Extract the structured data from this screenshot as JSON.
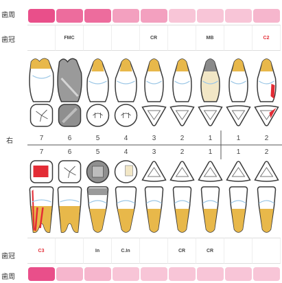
{
  "labels": {
    "perio": "歯周",
    "crown": "歯冠",
    "right_side": "右"
  },
  "upper": {
    "perio_levels": [
      1.0,
      0.8,
      0.8,
      0.45,
      0.45,
      0.2,
      0.2,
      0.2,
      0.3
    ],
    "crown_labels": [
      "",
      "FMC",
      "",
      "",
      "CR",
      "",
      "MB",
      "",
      "C2"
    ],
    "crown_label_colors": [
      "#444",
      "#444",
      "#444",
      "#444",
      "#444",
      "#444",
      "#444",
      "#444",
      "#e32c35"
    ],
    "numbers": [
      "7",
      "6",
      "5",
      "4",
      "3",
      "2",
      "1",
      "1",
      "2"
    ]
  },
  "lower": {
    "perio_levels": [
      1.0,
      0.3,
      0.3,
      0.2,
      0.2,
      0.2,
      0.2,
      0.2,
      0.2
    ],
    "crown_labels": [
      "C3",
      "",
      "In",
      "C.In",
      "",
      "CR",
      "CR",
      "",
      ""
    ],
    "crown_label_colors": [
      "#e32c35",
      "#444",
      "#444",
      "#444",
      "#444",
      "#444",
      "#444",
      "#444",
      "#444"
    ],
    "numbers": [
      "7",
      "6",
      "5",
      "4",
      "3",
      "2",
      "1",
      "1",
      "2"
    ]
  },
  "colors": {
    "perio_base": "#e94f8a",
    "caries_red": "#e32c35",
    "gold_root": "#e8b84a",
    "metal_gray": "#8a8a8a",
    "filling_cream": "#f2e7c6"
  },
  "upper_tooth_icons": [
    "molar-tooth-icon",
    "metal-crown-tooth-icon",
    "premolar-tooth-icon",
    "premolar-tooth-icon",
    "canine-tooth-icon",
    "incisor-tooth-icon",
    "veneer-incisor-tooth-icon",
    "incisor-tooth-icon",
    "caries-incisor-tooth-icon"
  ],
  "lower_tooth_icons": [
    "caries-molar-tooth-icon",
    "molar-tooth-icon",
    "premolar-tooth-icon",
    "premolar-tooth-icon",
    "canine-tooth-icon",
    "incisor-tooth-icon",
    "incisor-tooth-icon",
    "incisor-tooth-icon",
    "incisor-tooth-icon"
  ]
}
